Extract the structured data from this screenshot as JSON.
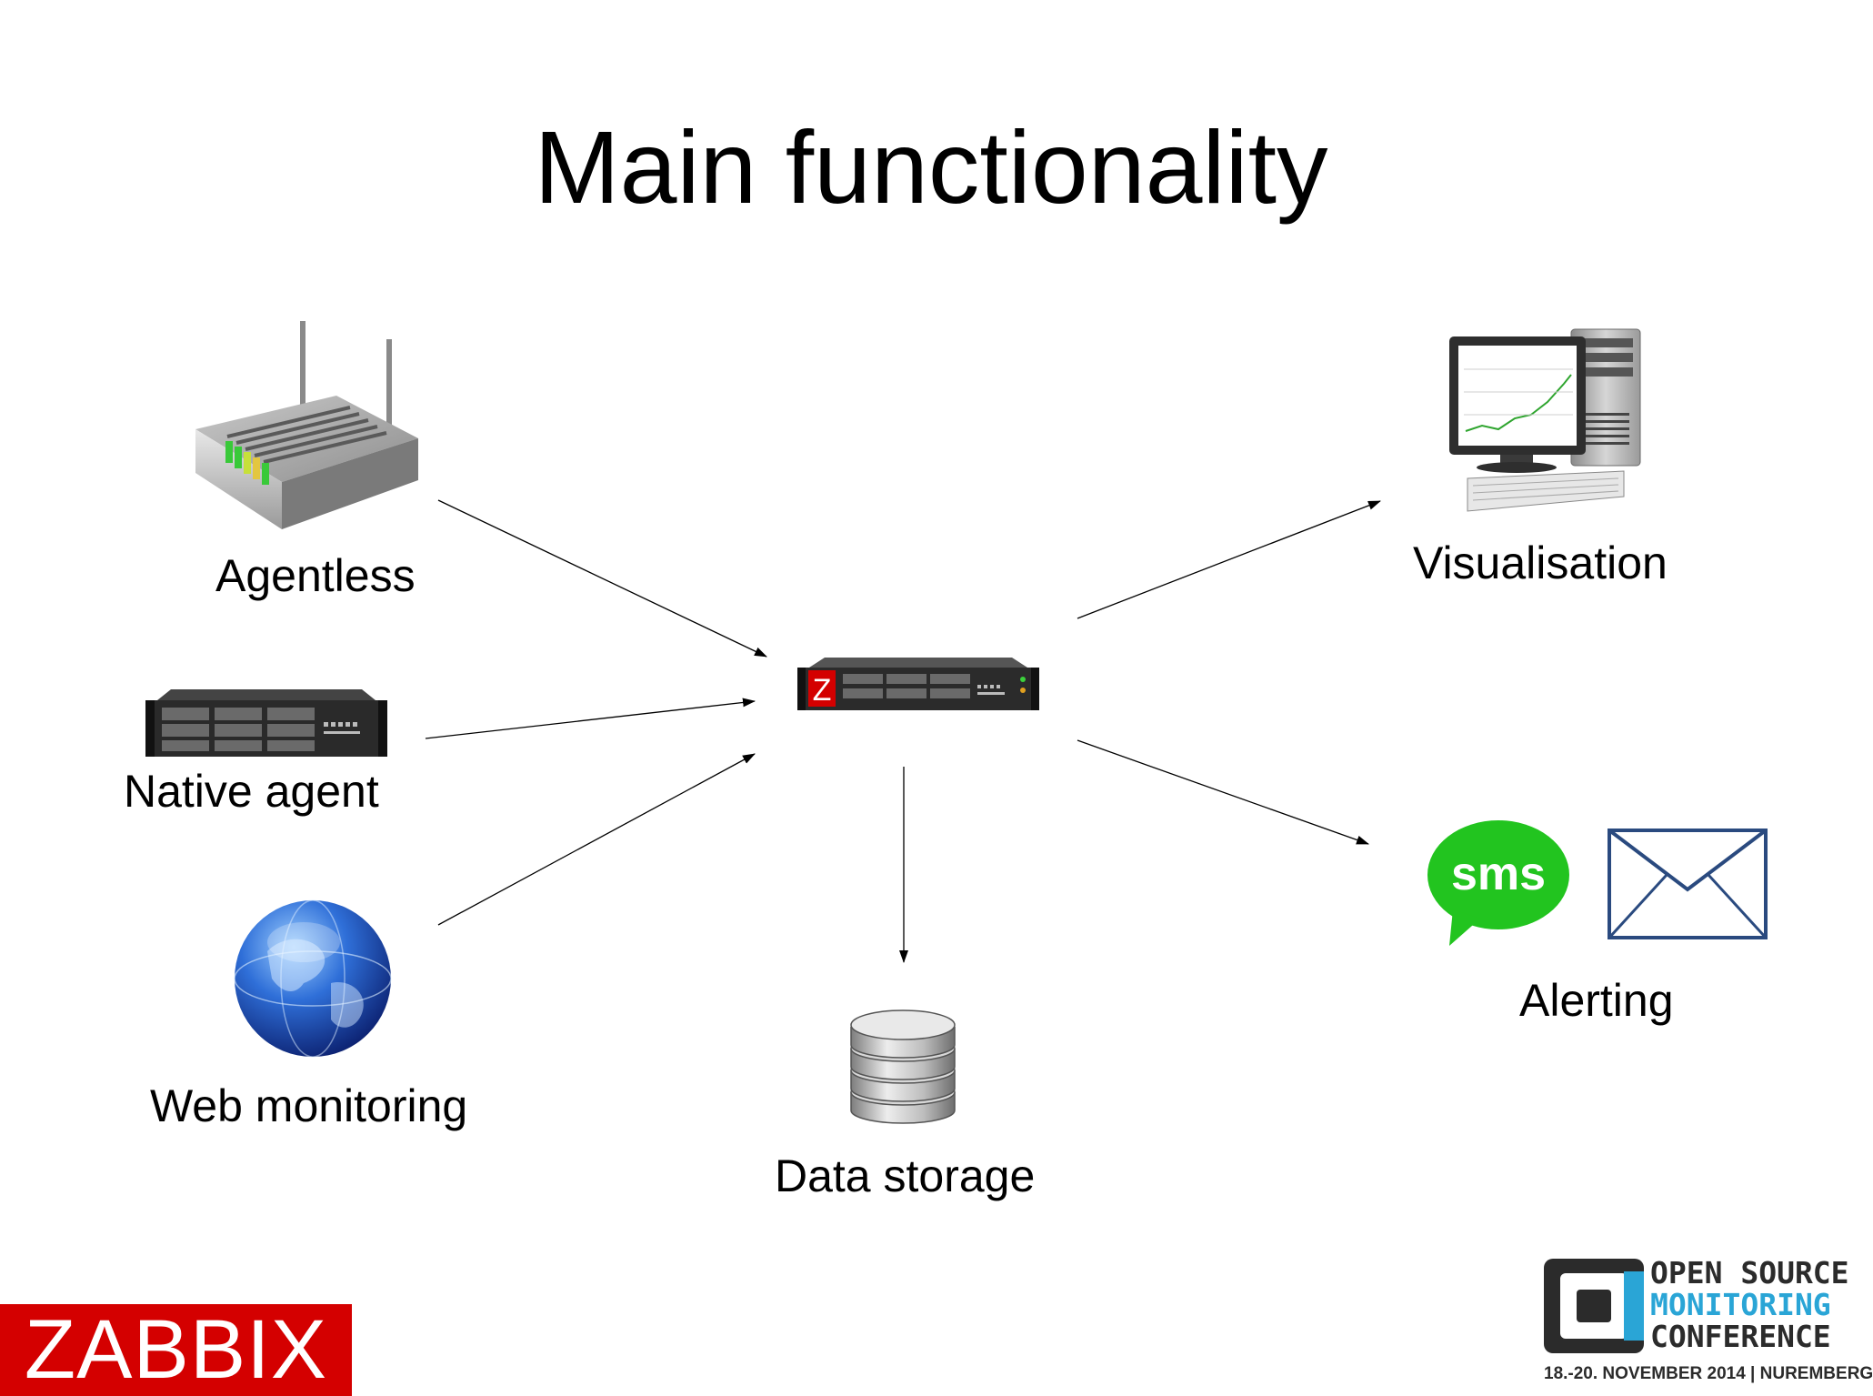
{
  "slide": {
    "title": "Main functionality"
  },
  "nodes": {
    "agentless": {
      "label": "Agentless",
      "icon": "router-icon"
    },
    "native_agent": {
      "label": "Native agent",
      "icon": "rack-server-icon"
    },
    "web_monitoring": {
      "label": "Web monitoring",
      "icon": "globe-icon"
    },
    "zabbix_server": {
      "icon": "zabbix-server-icon",
      "badge": "Z"
    },
    "data_storage": {
      "label": "Data storage",
      "icon": "database-icon"
    },
    "visualisation": {
      "label": "Visualisation",
      "icon": "desktop-computer-icon"
    },
    "alerting": {
      "label": "Alerting",
      "sms_text": "sms",
      "icons": [
        "sms-bubble-icon",
        "envelope-icon"
      ]
    }
  },
  "logos": {
    "zabbix": "ZABBIX",
    "conference": {
      "line1": "OPEN SOURCE",
      "line2": "MONITORING",
      "line3": "CONFERENCE",
      "footer": "18.-20. NOVEMBER 2014 | NUREMBERG"
    }
  },
  "colors": {
    "zabbix_red": "#d40000",
    "sms_green": "#22c41f",
    "envelope_blue": "#2a4a7f",
    "conference_blue": "#2aa5d6"
  }
}
